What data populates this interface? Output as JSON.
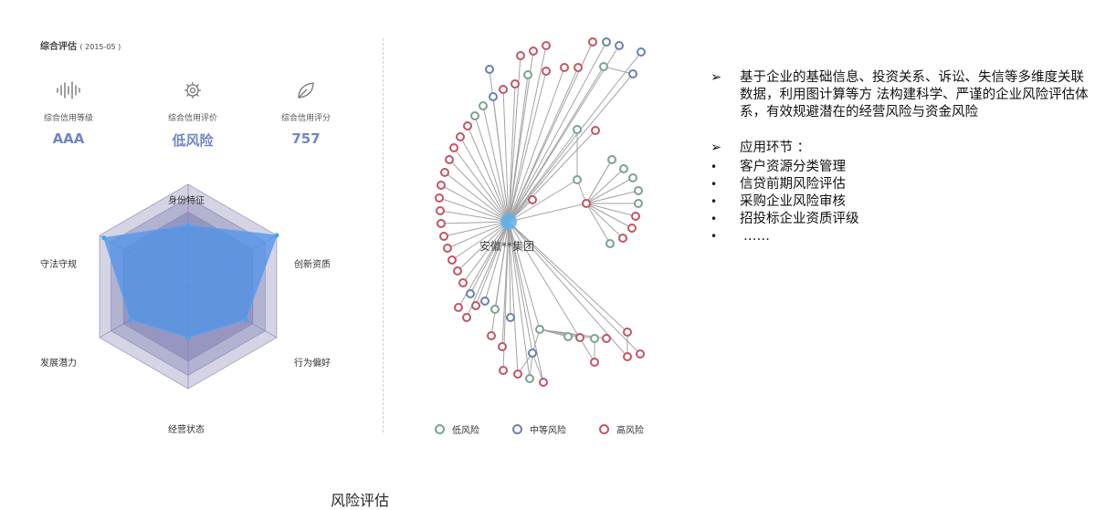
{
  "header": {
    "title": "综合评估",
    "date": "( 2015-05 )"
  },
  "metrics": [
    {
      "label": "综合信用等级",
      "value": "AAA",
      "icon": "sound-wave-icon"
    },
    {
      "label": "综合信用评价",
      "value": "低风险",
      "icon": "gear-chip-icon"
    },
    {
      "label": "综合信用评分",
      "value": "757",
      "icon": "leaf-icon"
    }
  ],
  "radar": {
    "axes": [
      "身份特征",
      "创新资质",
      "行为偏好",
      "经营状态",
      "发展潜力",
      "守法守规"
    ],
    "values": [
      0.6,
      1.0,
      0.65,
      0.5,
      0.65,
      0.95
    ]
  },
  "graph": {
    "center_label": "安徽**集团",
    "legend": [
      {
        "label": "低风险",
        "color": "#7aa390"
      },
      {
        "label": "中等风险",
        "color": "#6b80b0"
      },
      {
        "label": "高风险",
        "color": "#c25563"
      }
    ]
  },
  "notes": {
    "paragraph": "基于企业的基础信息、投资关系、诉讼、失信等多维度关联数据，利用图计算等方 法构建科学、严谨的企业风险评估体系，有效规避潜在的经营风险与资金风险",
    "heading": "应用环节 ：",
    "items": [
      "客户资源分类管理",
      "信贷前期风险评估",
      "采购企业风险审核",
      "招投标企业资质评级",
      "……"
    ]
  },
  "caption": "风险评估"
}
